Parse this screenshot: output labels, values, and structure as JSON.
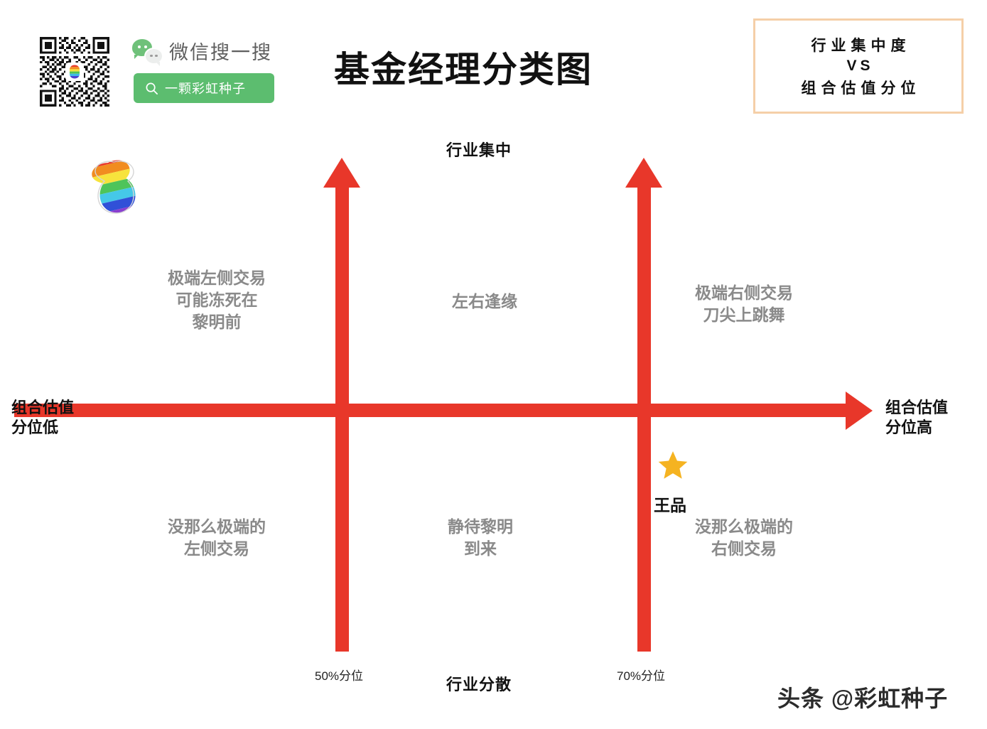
{
  "header": {
    "qr_logo_icon": "rainbow-seed-icon",
    "wechat": {
      "icon": "wechat-bubbles-icon",
      "label": "微信搜一搜",
      "search_icon": "search-icon",
      "button_label": "一颗彩虹种子"
    }
  },
  "title": "基金经理分类图",
  "legend_box": {
    "line1": "行业集中度",
    "line2": "VS",
    "line3": "组合估值分位",
    "border_color": "#f5cfa8"
  },
  "brand_logo_icon": "rainbow-seed-icon",
  "chart_data": {
    "type": "scatter",
    "title": "基金经理分类图",
    "subtitle": "行业集中度 VS 组合估值分位",
    "xlabel": "组合估值分位",
    "ylabel": "行业集中度",
    "axis": {
      "color": "#e8372a",
      "x_low_label": "组合估值\n分位低",
      "x_high_label": "组合估值\n分位高",
      "y_high_label": "行业集中",
      "y_low_label": "行业分散"
    },
    "x_axis_left_label_line1": "组合估值",
    "x_axis_left_label_line2": "分位低",
    "x_axis_right_label_line1": "组合估值",
    "x_axis_right_label_line2": "分位高",
    "y_axis_top_label": "行业集中",
    "y_axis_bottom_label": "行业分散",
    "dividers": [
      {
        "name": "50%分位",
        "value": 50,
        "orientation": "vertical"
      },
      {
        "name": "70%分位",
        "value": 70,
        "orientation": "vertical"
      }
    ],
    "tick_labels": [
      "50%分位",
      "70%分位"
    ],
    "quadrant_labels": [
      {
        "position": "top-left",
        "lines": [
          "极端左侧交易",
          "可能冻死在",
          "黎明前"
        ]
      },
      {
        "position": "top-center",
        "lines": [
          "左右逢缘"
        ]
      },
      {
        "position": "top-right",
        "lines": [
          "极端右侧交易",
          "刀尖上跳舞"
        ]
      },
      {
        "position": "bottom-left",
        "lines": [
          "没那么极端的",
          "左侧交易"
        ]
      },
      {
        "position": "bottom-center",
        "lines": [
          "静待黎明",
          "到来"
        ]
      },
      {
        "position": "bottom-right",
        "lines": [
          "没那么极端的",
          "右侧交易"
        ]
      }
    ],
    "points": [
      {
        "label": "王品",
        "marker": "star",
        "marker_color": "#f5b321",
        "x": 70,
        "y": 40,
        "region": "bottom-right-boundary"
      }
    ],
    "legend": [],
    "grid": false
  },
  "quadrants": {
    "top_left": "极端左侧交易\n可能冻死在\n黎明前",
    "top_center": "左右逢缘",
    "top_right": "极端右侧交易\n刀尖上跳舞",
    "bottom_left": "没那么极端的\n左侧交易",
    "bottom_center": "静待黎明\n到来",
    "bottom_right": "没那么极端的\n右侧交易"
  },
  "quad_lines": {
    "tl1": "极端左侧交易",
    "tl2": "可能冻死在",
    "tl3": "黎明前",
    "tc1": "左右逢缘",
    "tr1": "极端右侧交易",
    "tr2": "刀尖上跳舞",
    "bl1": "没那么极端的",
    "bl2": "左侧交易",
    "bc1": "静待黎明",
    "bc2": "到来",
    "br1": "没那么极端的",
    "br2": "右侧交易"
  },
  "axis_text": {
    "left1": "组合估值",
    "left2": "分位低",
    "right1": "组合估值",
    "right2": "分位高",
    "top": "行业集中",
    "bottom": "行业分散",
    "tick1": "50%分位",
    "tick2": "70%分位"
  },
  "highlight": {
    "marker_icon": "star-icon",
    "label": "王品",
    "color": "#f5b321"
  },
  "watermark": "头条 @彩虹种子",
  "colors": {
    "axis_red": "#e8372a",
    "quadrant_gray": "#8a8a8a",
    "wechat_green": "#5cbd6f",
    "star_gold": "#f5b321",
    "legend_border": "#f5cfa8"
  }
}
